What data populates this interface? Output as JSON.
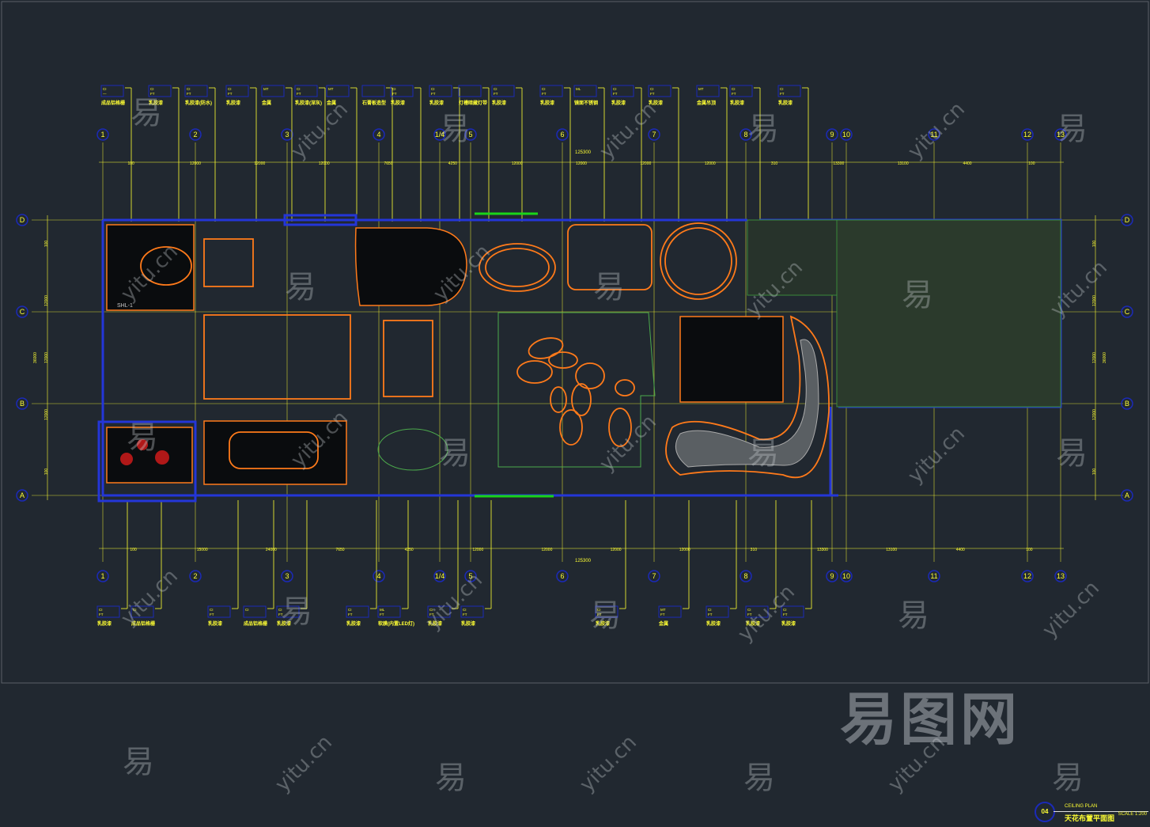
{
  "drawing": {
    "number": "04",
    "title_en": "CEILING PLAN",
    "title_cn": "天花布置平面图",
    "scale": "SCALE 1:200"
  },
  "grid": {
    "columns": [
      "1",
      "2",
      "3",
      "4",
      "1/4",
      "5",
      "6",
      "7",
      "8",
      "9",
      "10",
      "11",
      "12",
      "13"
    ],
    "rows": [
      "D",
      "C",
      "B",
      "A"
    ]
  },
  "dimensions": {
    "top": [
      "100",
      "12000",
      "12000",
      "12000",
      "7650",
      "4250",
      "12000",
      "12000",
      "12000",
      "12000",
      "310",
      "13300",
      "13100",
      "4400",
      "100"
    ],
    "top_total": "125300",
    "bottom": [
      "100",
      "15000",
      "24000",
      "7650",
      "4250",
      "12000",
      "12000",
      "12000",
      "12000",
      "310",
      "13300",
      "13100",
      "4400",
      "100"
    ],
    "bottom_total": "125300",
    "left": [
      "100",
      "12000",
      "12000",
      "12000",
      "100"
    ],
    "left_total": "36000",
    "right": [
      "100",
      "12000",
      "12000",
      "12000",
      "100"
    ],
    "right_total": "36000"
  },
  "tags_top": [
    {
      "c1": "CI",
      "c2": "—",
      "label": "成品铝格栅"
    },
    {
      "c1": "CI",
      "c2": "FT",
      "label": "乳胶漆"
    },
    {
      "c1": "CI",
      "c2": "FT",
      "label": "乳胶漆(防水)"
    },
    {
      "c1": "CI",
      "c2": "FT",
      "label": "乳胶漆"
    },
    {
      "c1": "MT",
      "c2": "",
      "label": "金属"
    },
    {
      "c1": "CI",
      "c2": "FT",
      "label": "乳胶漆(深灰)"
    },
    {
      "c1": "MT",
      "c2": "",
      "label": "金属"
    },
    {
      "c1": "",
      "c2": "",
      "label": "石膏板造型"
    },
    {
      "c1": "CI",
      "c2": "FT",
      "label": "乳胶漆"
    },
    {
      "c1": "CI",
      "c2": "FT",
      "label": "乳胶漆"
    },
    {
      "c1": "",
      "c2": "",
      "label": "灯槽暗藏灯带"
    },
    {
      "c1": "CI",
      "c2": "FT",
      "label": "乳胶漆"
    },
    {
      "c1": "CI",
      "c2": "FT",
      "label": "乳胶漆"
    },
    {
      "c1": "ML",
      "c2": "",
      "label": "镜面不锈钢"
    },
    {
      "c1": "CI",
      "c2": "FT",
      "label": "乳胶漆"
    },
    {
      "c1": "CI",
      "c2": "FT",
      "label": "乳胶漆"
    },
    {
      "c1": "MT",
      "c2": "",
      "label": "金属吊顶"
    },
    {
      "c1": "CI",
      "c2": "FT",
      "label": "乳胶漆"
    },
    {
      "c1": "CI",
      "c2": "FT",
      "label": "乳胶漆"
    }
  ],
  "tags_bottom": [
    {
      "c1": "CI",
      "c2": "FT",
      "label": "乳胶漆"
    },
    {
      "c1": "CI",
      "c2": "",
      "label": "成品铝格栅"
    },
    {
      "c1": "CI",
      "c2": "FT",
      "label": "乳胶漆"
    },
    {
      "c1": "CI",
      "c2": "",
      "label": "成品铝格栅"
    },
    {
      "c1": "CI",
      "c2": "FT",
      "label": "乳胶漆"
    },
    {
      "c1": "CI",
      "c2": "FT",
      "label": "乳胶漆"
    },
    {
      "c1": "ML",
      "c2": "FT",
      "label": "软膜(内置LED灯)"
    },
    {
      "c1": "CI",
      "c2": "FT",
      "label": "乳胶漆"
    },
    {
      "c1": "CI",
      "c2": "FT",
      "label": "乳胶漆"
    },
    {
      "c1": "CI",
      "c2": "FT",
      "label": "乳胶漆"
    },
    {
      "c1": "MT",
      "c2": "FT",
      "label": "金属"
    },
    {
      "c1": "CI",
      "c2": "FT",
      "label": "乳胶漆"
    },
    {
      "c1": "CI",
      "c2": "FT",
      "label": "乳胶漆"
    },
    {
      "c1": "CI",
      "c2": "FT",
      "label": "乳胶漆"
    }
  ],
  "watermarks": {
    "char": "易",
    "url": "yitu.cn",
    "logo": "易图网"
  },
  "colors": {
    "background": "#212830",
    "grid": "#ffff33",
    "wall": "#2436d8",
    "ceiling_line": "#ff7a1a",
    "accent_red": "#e02020",
    "green": "#19d419"
  }
}
